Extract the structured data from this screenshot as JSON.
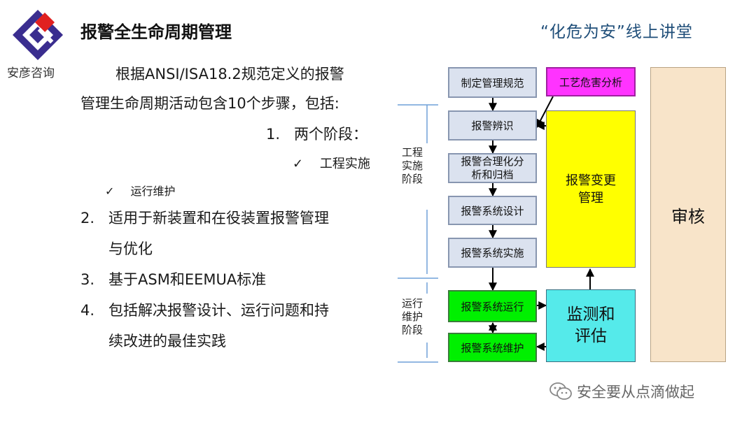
{
  "header": {
    "company": "安彦咨询",
    "title": "报警全生命周期管理",
    "slogan": "“化危为安”线上讲堂"
  },
  "content": {
    "intro_line1": "根据ANSI/ISA18.2规范定义的报警",
    "intro_line2": "管理生命周期活动包含10个步骤，包括:",
    "item1_num": "1.",
    "item1_text": "两个阶段：",
    "check_mark": "✓",
    "phase_a": "工程实施",
    "phase_b": "运行维护",
    "item2_num": "2.",
    "item2_line1": "适用于新装置和在役装置报警管理",
    "item2_line2": "与优化",
    "item3_num": "3.",
    "item3_text": "基于ASM和EEMUA标准",
    "item4_num": "4.",
    "item4_line1": "包括解决报警设计、运行问题和持",
    "item4_line2": "续改进的最佳实践"
  },
  "diagram": {
    "boxes": {
      "b1": "制定管理规范",
      "b2": "报警辨识",
      "b3_line1": "报警合理化分",
      "b3_line2": "析和归档",
      "b4": "报警系统设计",
      "b5": "报警系统实施",
      "b6": "报警系统运行",
      "b7": "报警系统维护",
      "pha": "工艺危害分析",
      "moc_line1": "报警变更",
      "moc_line2": "管理",
      "monitor_line1": "监测和",
      "monitor_line2": "评估",
      "audit": "审核"
    },
    "phase_labels": {
      "eng_line1": "工程",
      "eng_line2": "实施",
      "eng_line3": "阶段",
      "ops_line1": "运行",
      "ops_line2": "维护",
      "ops_line3": "阶段"
    },
    "colors": {
      "step_box": "#dbe2ef",
      "ops_box": "#00f000",
      "pha_box": "#ff33ff",
      "moc_box": "#ffff00",
      "monitor_box": "#55eaea",
      "audit_box": "#f8e4c9"
    }
  },
  "watermark": {
    "icon": "wechat-icon",
    "text": "安全要从点滴做起"
  }
}
